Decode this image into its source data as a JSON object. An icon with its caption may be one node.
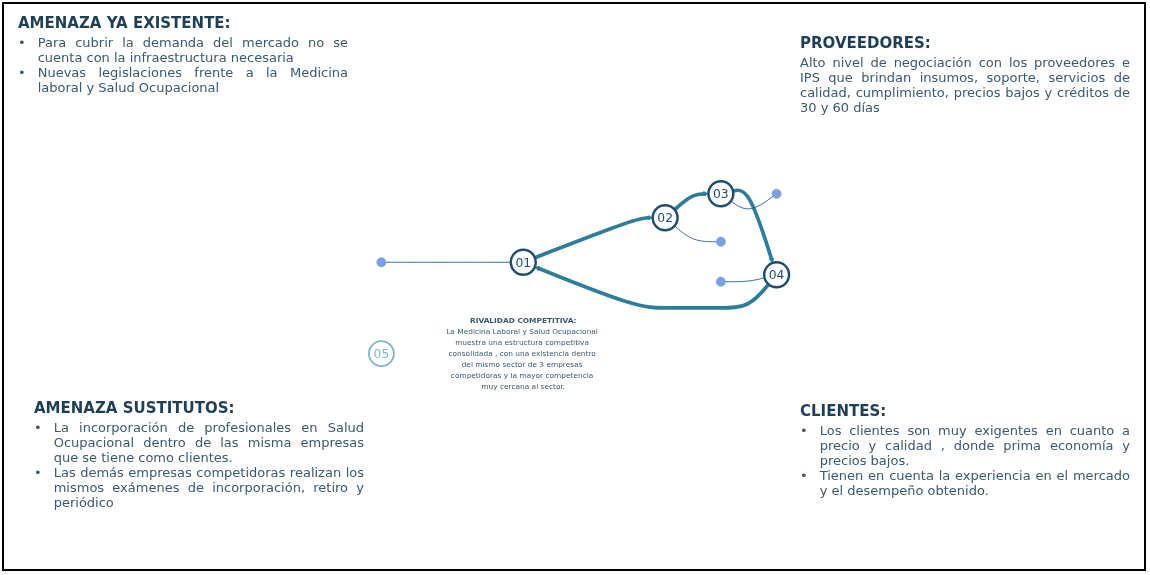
{
  "diagram": {
    "nodes": [
      {
        "text": [
          "01"
        ]
      },
      {
        "text": [
          "02"
        ]
      },
      {
        "text": [
          "03"
        ]
      },
      {
        "text": [
          "04"
        ]
      },
      {
        "text": [
          "05"
        ],
        "beside": [
          "RIVALIDAD COMPETITIVA:",
          "La Medicina Laboral y Salud Ocupacional muestra una estructura competitiva consolidada , con una existencia dentro del mismo sector de 3 empresas competidoras y la mayor competencia muy cercana al sector."
        ]
      },
      {
        "text": [],
        "shape": "circle"
      },
      {
        "text": [],
        "shape": "circle"
      },
      {
        "text": [],
        "shape": "circle"
      },
      {
        "text": [],
        "shape": "circle"
      }
    ],
    "edges": [
      {
        "from": 0,
        "to": 1,
        "arrow": "to",
        "style": "thick",
        "color": "#2e7d9a"
      },
      {
        "from": 1,
        "to": 2,
        "arrow": "to",
        "style": "thick",
        "color": "#2e7d9a"
      },
      {
        "from": 2,
        "to": 3,
        "arrow": "to",
        "style": "thick",
        "color": "#2e7d9a"
      },
      {
        "from": 3,
        "to": 0,
        "arrow": "to",
        "style": "thick",
        "color": "#2e7d9a"
      },
      {
        "from": 5,
        "to": 0,
        "arrow": "none",
        "color": "#2f5f8f"
      },
      {
        "from": 1,
        "to": 6,
        "arrow": "none",
        "color": "#2f5f8f"
      },
      {
        "from": 2,
        "to": 7,
        "arrow": "none",
        "color": "#2f5f8f"
      },
      {
        "from": 8,
        "to": 3,
        "arrow": "none",
        "color": "#2f5f8f"
      }
    ],
    "labels": [
      "AMENAZA YA EXISTENTE:",
      "•",
      "Para cubrir la demanda del mercado no se cuenta con la infraestructura necesaria",
      "•",
      "Nuevas legislaciones frente a la Medicina laboral y Salud Ocupacional",
      "PROVEEDORES:",
      "Alto nivel de negociación con los proveedores e IPS que brindan insumos, soporte, servicios de calidad, cumplimiento, precios bajos y créditos de 30 y 60 días",
      "AMENAZA SUSTITUTOS:",
      "•",
      "La incorporación de profesionales en Salud Ocupacional dentro de las misma empresas que se tiene como clientes.",
      "•",
      "Las demás empresas competidoras realizan los mismos exámenes de incorporación, retiro y periódico",
      "CLIENTES:",
      "•",
      "Los clientes son muy exigentes en cuanto a precio y calidad , donde prima economía y precios bajos.",
      "•",
      "Tienen en cuenta la experiencia en el mercado y el desempeño obtenido."
    ]
  }
}
